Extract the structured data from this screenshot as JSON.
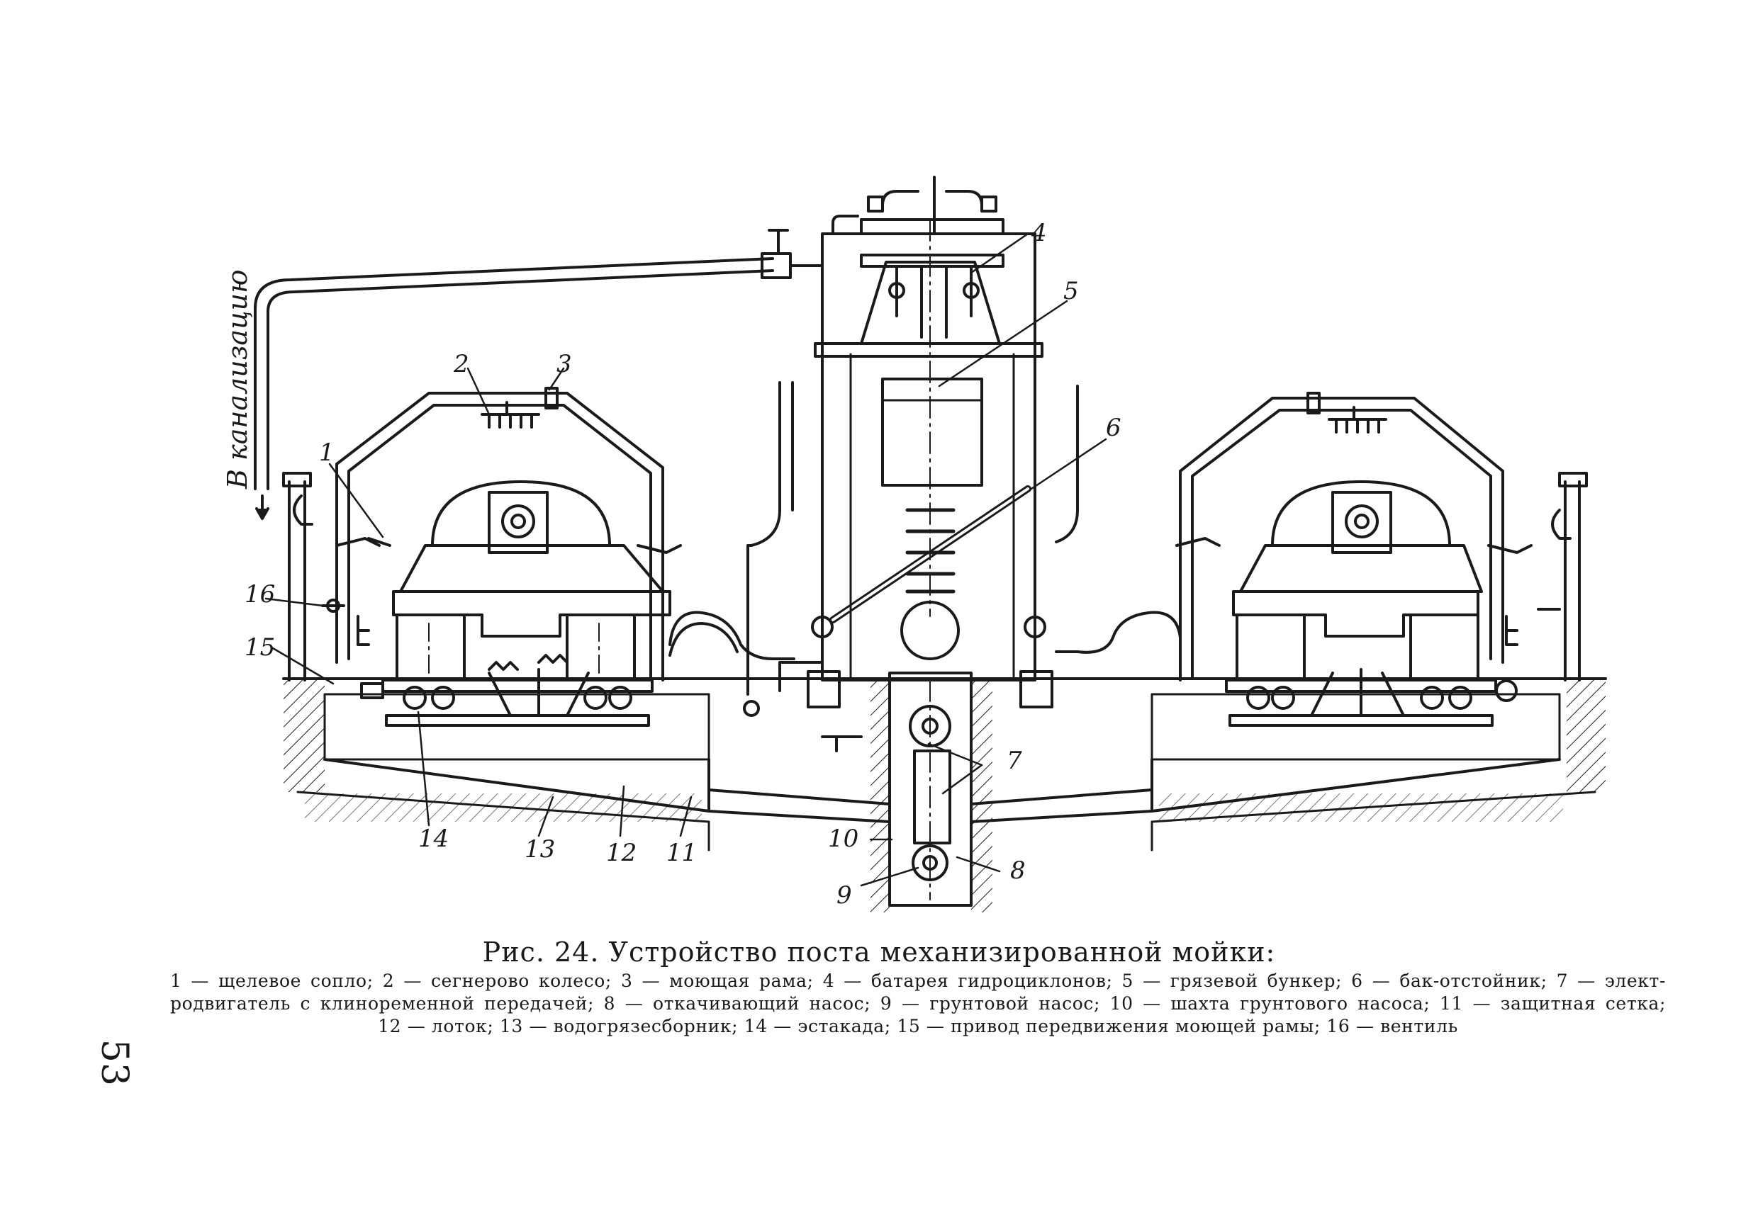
{
  "figure_labels": {
    "l1": "1",
    "l2": "2",
    "l3": "3",
    "l4": "4",
    "l5": "5",
    "l6": "6",
    "l7": "7",
    "l8": "8",
    "l9": "9",
    "l10": "10",
    "l11": "11",
    "l12": "12",
    "l13": "13",
    "l14": "14",
    "l15": "15",
    "l16": "16"
  },
  "side_note": "В канализацию",
  "caption_title": "Рис. 24. Устройство поста механизированной мойки:",
  "caption_lines": [
    "1 — щелевое сопло; 2 — сегнерово колесо; 3 — моющая рама; 4 — батарея гидроциклонов; 5 — грязевой бункер; 6 — бак-отстойник; 7 — элект-",
    "родвигатель с клиноременной передачей; 8 — откачивающий насос; 9 — грунтовой насос; 10 — шахта грунтового насоса; 11 — защитная сетка;",
    "12 — лоток; 13 — водогрязесборник; 14 — эстакада; 15 — привод передвижения моющей рамы; 16 — вентиль"
  ],
  "page_number": "53"
}
